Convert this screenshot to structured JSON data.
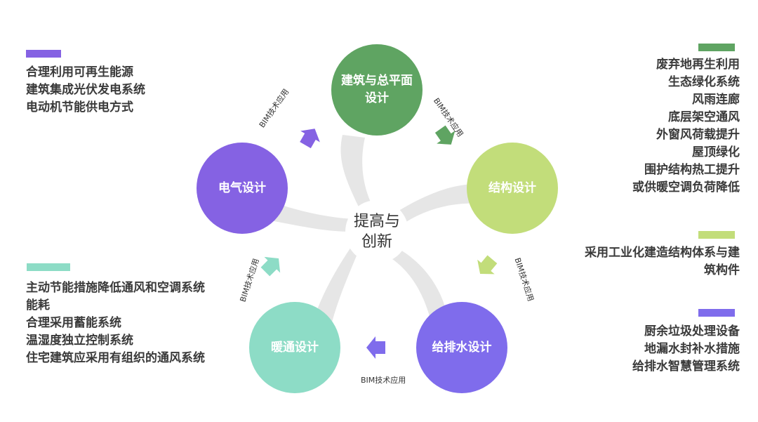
{
  "center": {
    "lines": [
      "提高与",
      "创新"
    ]
  },
  "nodes": {
    "architecture": {
      "lines": [
        "建筑与总平面",
        "设计"
      ],
      "color": "#5fa462"
    },
    "structure": {
      "lines": [
        "结构设计"
      ],
      "color": "#c2dd7a"
    },
    "plumbing": {
      "lines": [
        "给排水设计"
      ],
      "color": "#7f6cec"
    },
    "hvac": {
      "lines": [
        "暖通设计"
      ],
      "color": "#8ddcc6"
    },
    "electrical": {
      "lines": [
        "电气设计"
      ],
      "color": "#8562e3"
    }
  },
  "arrow_label": "BIM技术应用",
  "arrow_colors": {
    "arch_to_struct": "#5fa462",
    "struct_to_plumb": "#c2dd7a",
    "plumb_to_hvac": "#7f6cec",
    "hvac_to_elec": "#8ddcc6",
    "elec_to_arch": "#8562e3"
  },
  "panels": {
    "top_left": {
      "bar_color": "#8562e3",
      "items": [
        "合理利用可再生能源",
        "建筑集成光伏发电系统",
        "电动机节能供电方式"
      ]
    },
    "bottom_left": {
      "bar_color": "#8ddcc6",
      "items": [
        "主动节能措施降低通风和空调系统",
        "能耗",
        "合理采用蓄能系统",
        "温湿度独立控制系统",
        "住宅建筑应采用有组织的通风系统"
      ]
    },
    "top_right": {
      "bar_color": "#5fa462",
      "items": [
        "废弃地再生利用",
        "生态绿化系统",
        "风雨连廊",
        "底层架空通风",
        "外窗风荷载提升",
        "屋顶绿化",
        "围护结构热工提升",
        "或供暖空调负荷降低"
      ]
    },
    "middle_right": {
      "bar_color": "#c2dd7a",
      "items": [
        "采用工业化建造结构体系与建",
        "筑构件"
      ]
    },
    "bottom_right": {
      "bar_color": "#7f6cec",
      "items": [
        "厨余垃圾处理设备",
        "地漏水封补水措施",
        "给排水智慧管理系统"
      ]
    }
  }
}
